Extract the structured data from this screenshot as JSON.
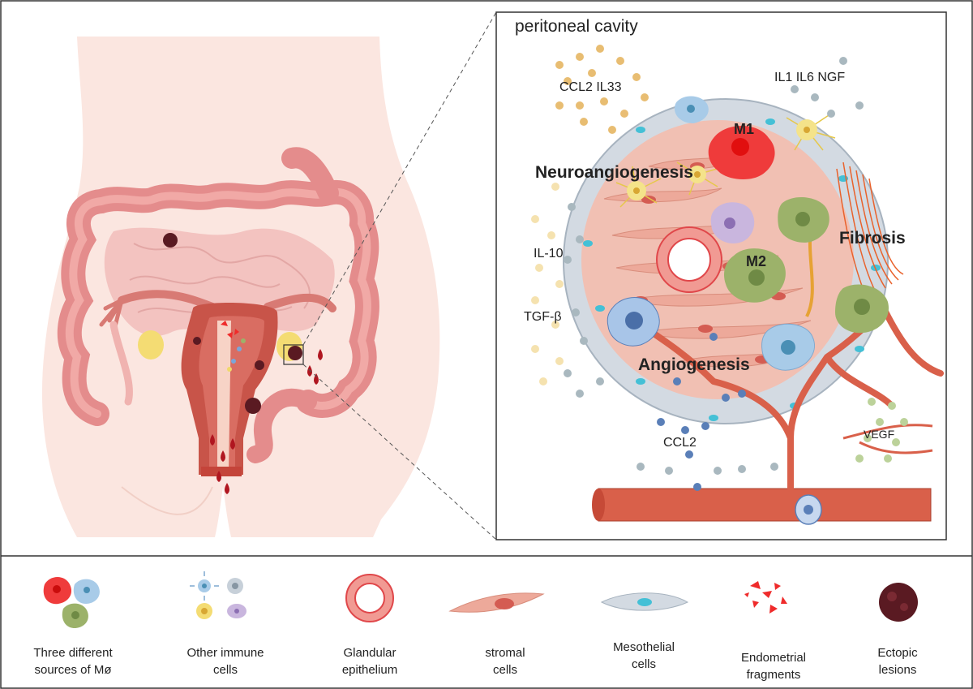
{
  "diagram": {
    "inset_title": "peritoneal cavity",
    "processes": {
      "neuroangiogenesis": "Neuroangiogenesis",
      "fibrosis": "Fibrosis",
      "angiogenesis": "Angiogenesis"
    },
    "macrophage_labels": {
      "m1": "M1",
      "m2": "M2"
    },
    "cytokines": {
      "ccl2_il33": "CCL2 IL33",
      "il1_il6_ngf": "IL1 IL6 NGF",
      "il10": "IL-10",
      "tgfb": "TGF-β",
      "ccl2": "CCL2",
      "vegf": "VEGF"
    }
  },
  "legend": [
    {
      "id": "macrophages",
      "label_line1": "Three different",
      "label_line2": "sources of Mø"
    },
    {
      "id": "immune",
      "label_line1": "Other immune",
      "label_line2": "cells"
    },
    {
      "id": "glandular",
      "label_line1": "Glandular",
      "label_line2": "epithelium"
    },
    {
      "id": "stromal",
      "label_line1": "stromal",
      "label_line2": "cells"
    },
    {
      "id": "mesothelial",
      "label_line1": "Mesothelial",
      "label_line2": "cells"
    },
    {
      "id": "endometrial",
      "label_line1": "Endometrial",
      "label_line2": "fragments"
    },
    {
      "id": "ectopic",
      "label_line1": "Ectopic",
      "label_line2": "lesions"
    }
  ],
  "colors": {
    "frame": "#333333",
    "body_skin": "#fbe4de",
    "intestine": "#e98f8f",
    "uterus": "#c95a4e",
    "stromal": "#eda99a",
    "mesothelial": "#c7d0d9",
    "vessel": "#d9604a",
    "m1": "#ef2b2b",
    "m2": "#9cb26a",
    "lesion": "#5a1a22",
    "neuron": "#f0d86a"
  }
}
